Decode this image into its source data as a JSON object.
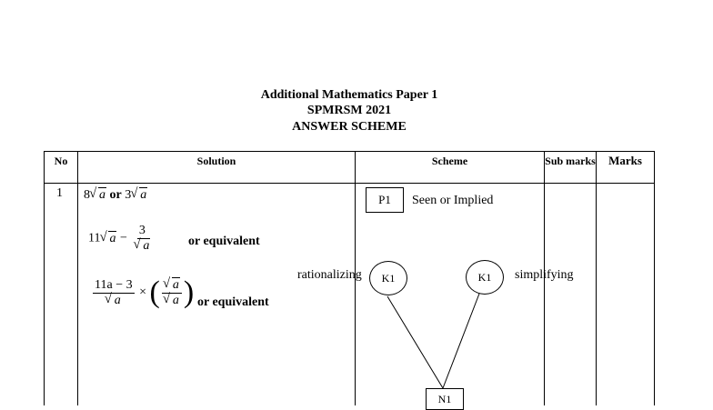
{
  "header": {
    "title": "Additional Mathematics Paper 1",
    "subtitle": "SPMRSM 2021",
    "doc_type": "ANSWER SCHEME"
  },
  "table": {
    "headers": {
      "no": "No",
      "solution": "Solution",
      "scheme": "Scheme",
      "sub_marks": "Sub marks",
      "marks": "Marks"
    },
    "row1": {
      "no": "1",
      "line1": {
        "a": "8",
        "b": "a",
        "or": "or",
        "c": "3",
        "d": "a"
      },
      "line2": {
        "a": "11",
        "b": "a",
        "minus": "−",
        "num": "3",
        "den": "a",
        "note": "or equivalent"
      },
      "line3": {
        "num": "11a − 3",
        "den": "a",
        "times": "×",
        "f2num": "a",
        "f2den": "a",
        "note": "or equivalent"
      }
    }
  },
  "scheme": {
    "p1": "P1",
    "p1_note": "Seen or Implied",
    "k1_left": "K1",
    "k1_right": "K1",
    "left_label": "rationalizing",
    "right_label": "simplifying",
    "n1": "N1"
  }
}
